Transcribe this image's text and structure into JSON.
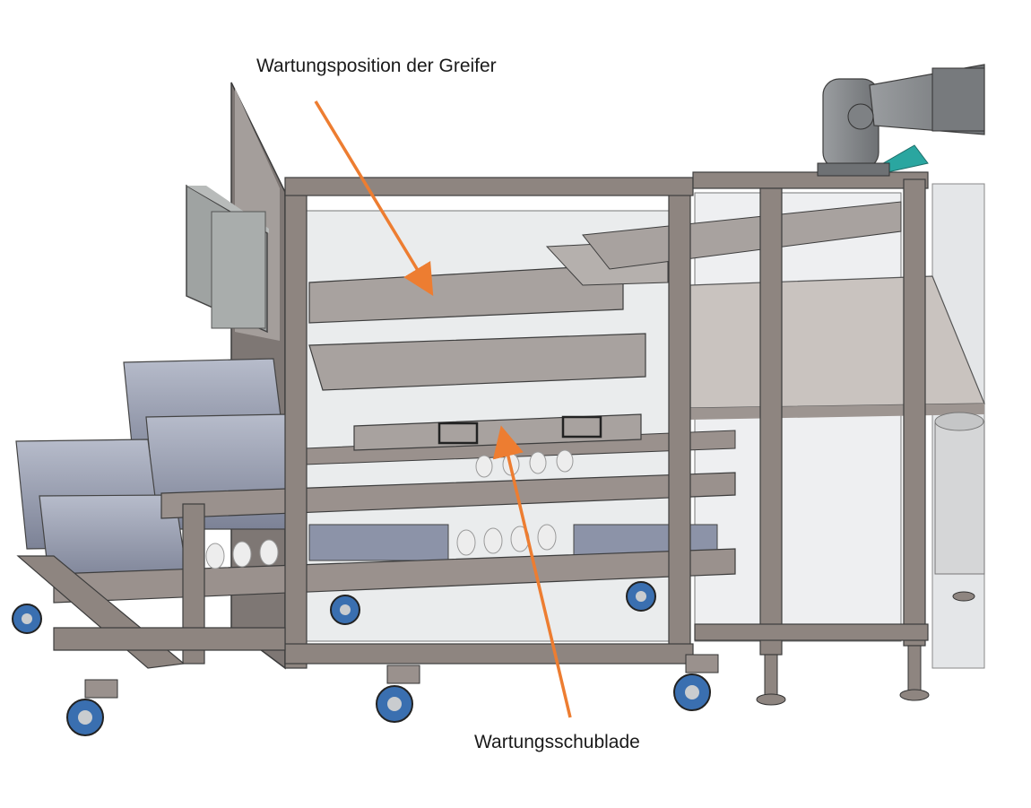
{
  "annotations": {
    "gripper_maintenance_position": "Wartungsposition der Greifer",
    "maintenance_drawer": "Wartungsschublade"
  },
  "colors": {
    "arrow": "#ED7D31",
    "frame": "#8E8580",
    "frame_dark": "#6F6763",
    "bin": "#8C93A8",
    "bin_dark": "#6E7488",
    "panel": "#9DA0A2",
    "glass": "#D9DCDF",
    "wheel": "#3A6FB0",
    "robot": "#8A8D90",
    "teal": "#2AA6A0"
  },
  "icons": [
    "orange-arrow",
    "wheel-caster"
  ]
}
